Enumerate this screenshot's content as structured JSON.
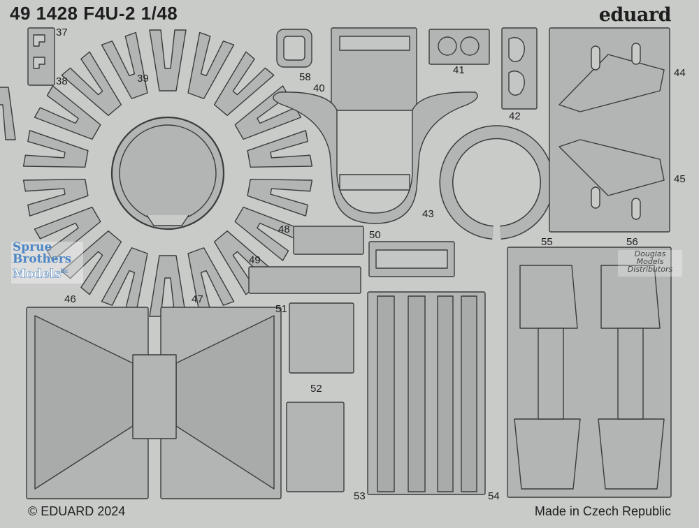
{
  "sheet": {
    "title": "49 1428 F4U-2 1/48",
    "brand": "eduard",
    "copyright": "© EDUARD 2024",
    "origin": "Made in Czech Republic"
  },
  "part_labels": [
    "37",
    "38",
    "39",
    "40",
    "41",
    "42",
    "43",
    "44",
    "45",
    "46",
    "47",
    "48",
    "49",
    "50",
    "51",
    "52",
    "53",
    "54",
    "55",
    "56",
    "58"
  ],
  "watermarks": {
    "sprue_brothers": [
      "Sprue",
      "Brothers",
      "Models"
    ],
    "sprue_suffix": "llc",
    "douglas": [
      "Douglas",
      "Models",
      "Distributors"
    ]
  },
  "colors": {
    "fret": "#c9cbc9",
    "part_fill": "#b3b5b4",
    "part_outline": "#3b3b3b",
    "text": "#1e1e1e",
    "sprue_text": "#4d86c5"
  }
}
